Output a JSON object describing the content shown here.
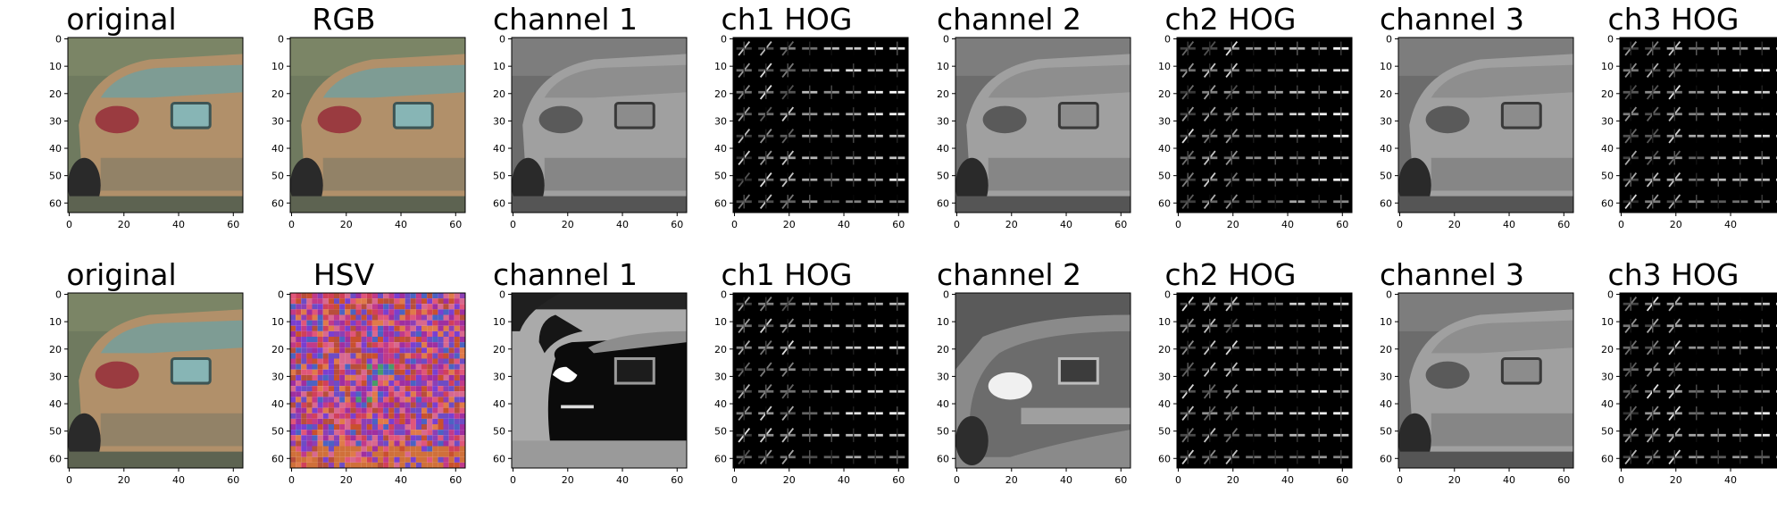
{
  "figure": {
    "rows": [
      {
        "panels": [
          {
            "title": "original",
            "kind": "color-photo"
          },
          {
            "title": "RGB",
            "kind": "color-photo"
          },
          {
            "title": "channel 1",
            "kind": "grayscale"
          },
          {
            "title": "ch1 HOG",
            "kind": "hog"
          },
          {
            "title": "channel 2",
            "kind": "grayscale"
          },
          {
            "title": "ch2 HOG",
            "kind": "hog"
          },
          {
            "title": "channel 3",
            "kind": "grayscale"
          },
          {
            "title": "ch3 HOG",
            "kind": "hog"
          }
        ]
      },
      {
        "panels": [
          {
            "title": "original",
            "kind": "color-photo"
          },
          {
            "title": "HSV",
            "kind": "hsv-noise"
          },
          {
            "title": "channel 1",
            "kind": "hue-map"
          },
          {
            "title": "ch1 HOG",
            "kind": "hog"
          },
          {
            "title": "channel 2",
            "kind": "saturation-map"
          },
          {
            "title": "ch2 HOG",
            "kind": "hog"
          },
          {
            "title": "channel 3",
            "kind": "grayscale"
          },
          {
            "title": "ch3 HOG",
            "kind": "hog"
          }
        ]
      }
    ],
    "axes": {
      "x_ticks": [
        "0",
        "20",
        "40",
        "60"
      ],
      "y_ticks": [
        "0",
        "10",
        "20",
        "30",
        "40",
        "50",
        "60"
      ]
    },
    "image_size": [
      64,
      64
    ]
  }
}
